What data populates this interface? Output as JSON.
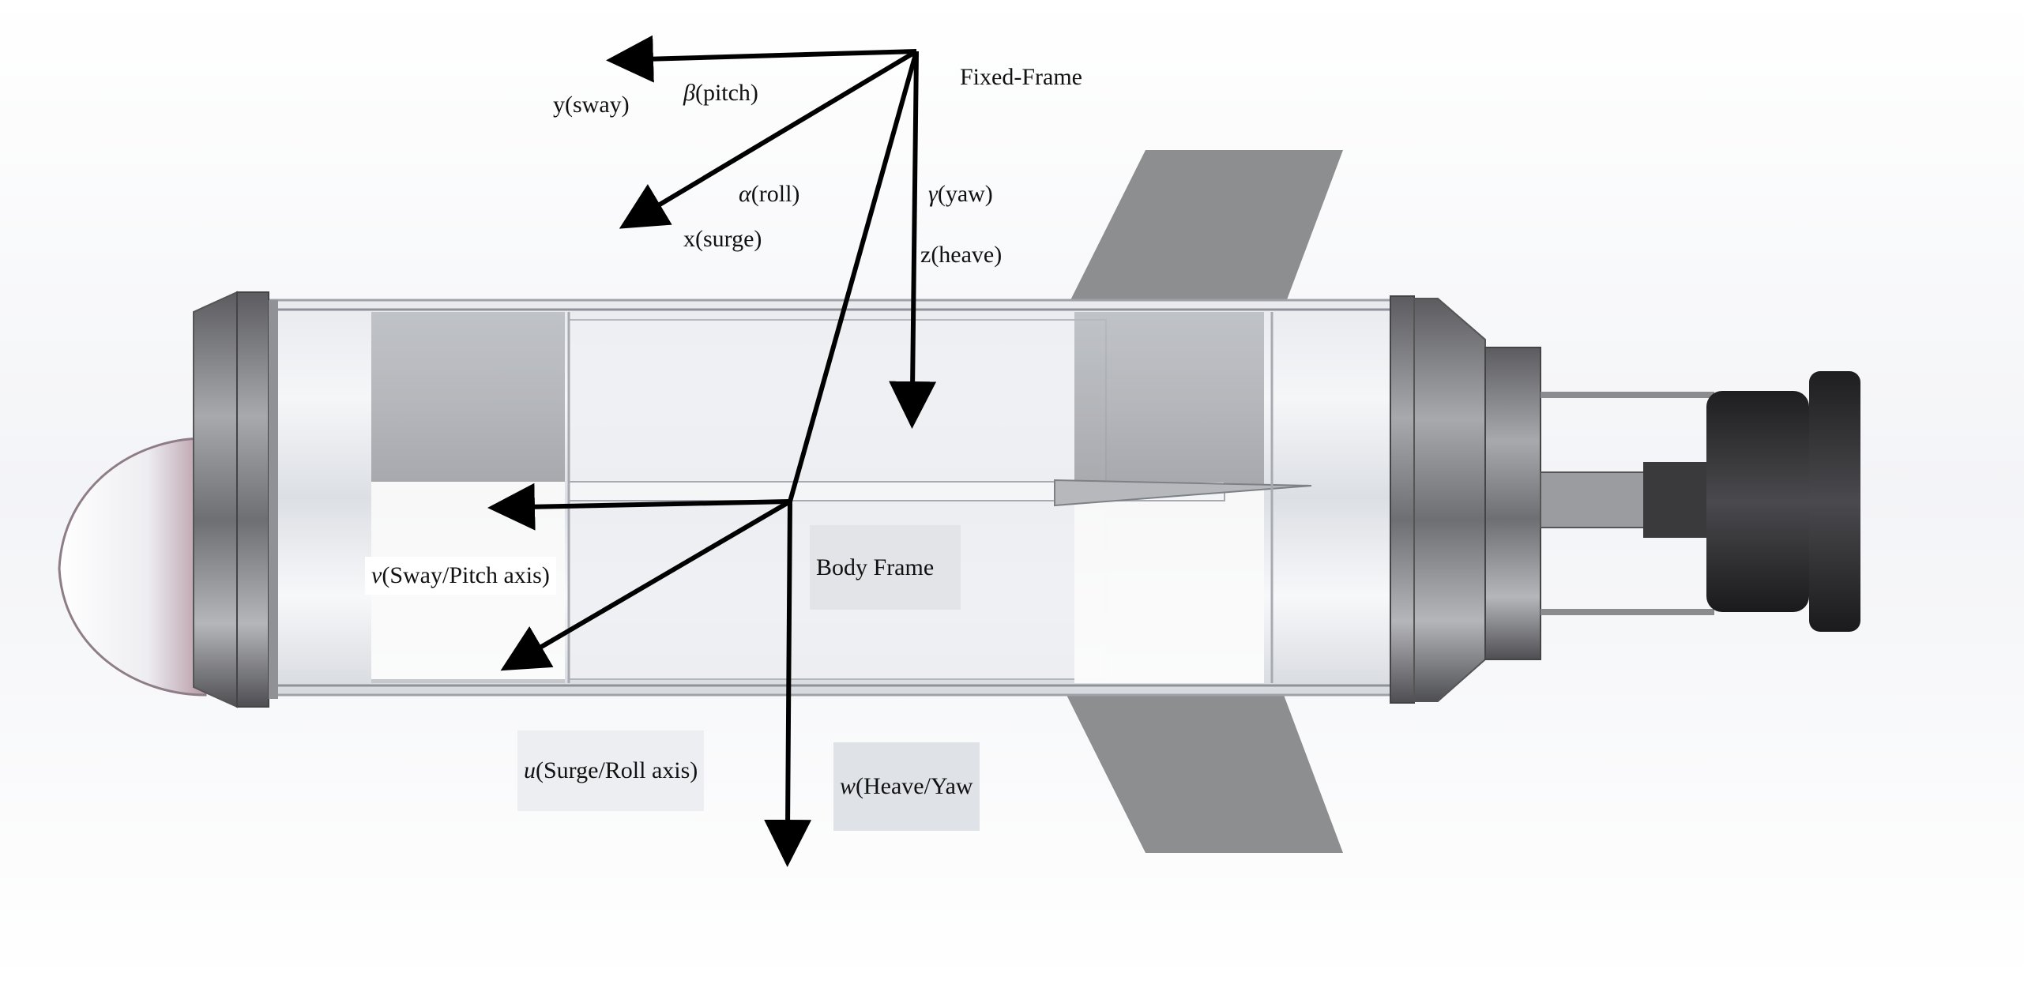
{
  "fixed_frame": {
    "title": "Fixed-Frame",
    "y_axis": "y(sway)",
    "x_axis": "x(surge)",
    "z_axis": "z(heave)",
    "pitch_symbol": "β",
    "pitch_text": "(pitch)",
    "roll_symbol": "α",
    "roll_text": "(roll)",
    "yaw_symbol": "γ",
    "yaw_text": "(yaw)"
  },
  "body_frame": {
    "title": "Body Frame",
    "v_symbol": "v",
    "v_text": "(Sway/Pitch axis)",
    "u_symbol": "u",
    "u_text": "(Surge/Roll axis)",
    "w_symbol": "w",
    "w_text": "(Heave/Yaw"
  },
  "colors": {
    "arrow": "#000000",
    "label_box": "#e6e8ec",
    "hull": "#c9ccd1",
    "fin": "#8c8d8f",
    "motor": "#2b2b2b"
  }
}
